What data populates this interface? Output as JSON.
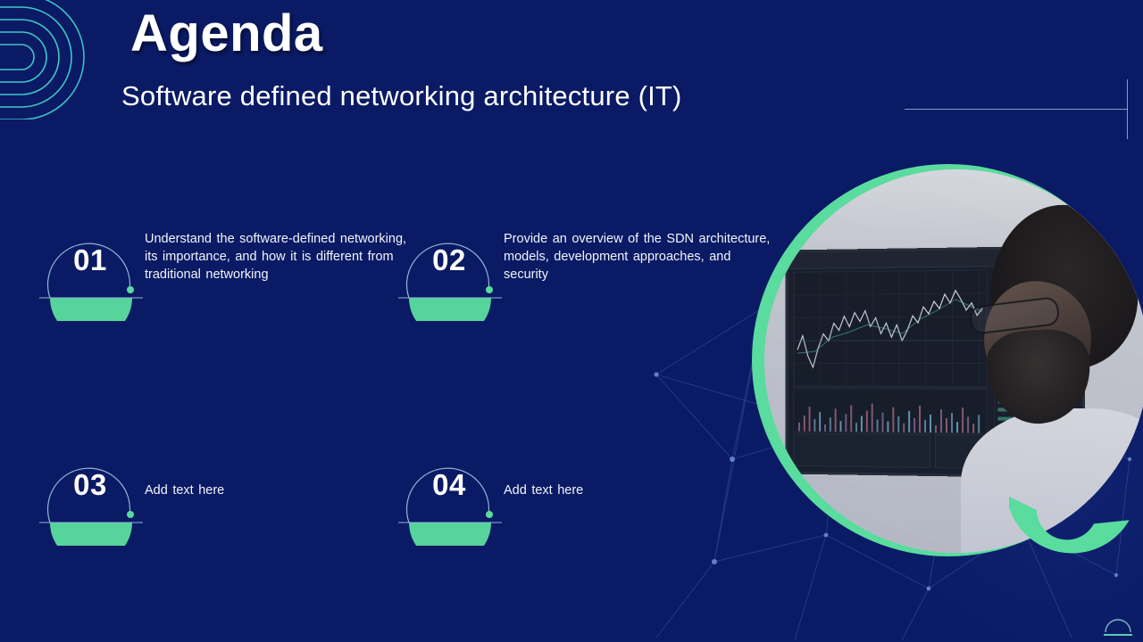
{
  "slide": {
    "title": "Agenda",
    "subtitle": "Software defined networking architecture (IT)",
    "background_color": "#0A1A64",
    "accent_green": "#59DC9E",
    "accent_teal": "#3FC8C8",
    "rule_color": "#9FB3D9"
  },
  "agenda": {
    "items": [
      {
        "number": "01",
        "text": "Understand the software-defined networking, its importance, and how it is different from traditional networking"
      },
      {
        "number": "02",
        "text": "Provide an overview of the SDN architecture, models, development approaches, and security"
      },
      {
        "number": "03",
        "text": "Add text here"
      },
      {
        "number": "04",
        "text": "Add text here"
      }
    ]
  },
  "decor": {
    "left_rings_icon": "nested-d-curves-icon",
    "corner_logo_icon": "arch-dome-logo-icon",
    "photo_icon": "trading-screens-photo",
    "green_quarter_icon": "quarter-ring-icon",
    "network_pattern_icon": "constellation-network-icon"
  }
}
